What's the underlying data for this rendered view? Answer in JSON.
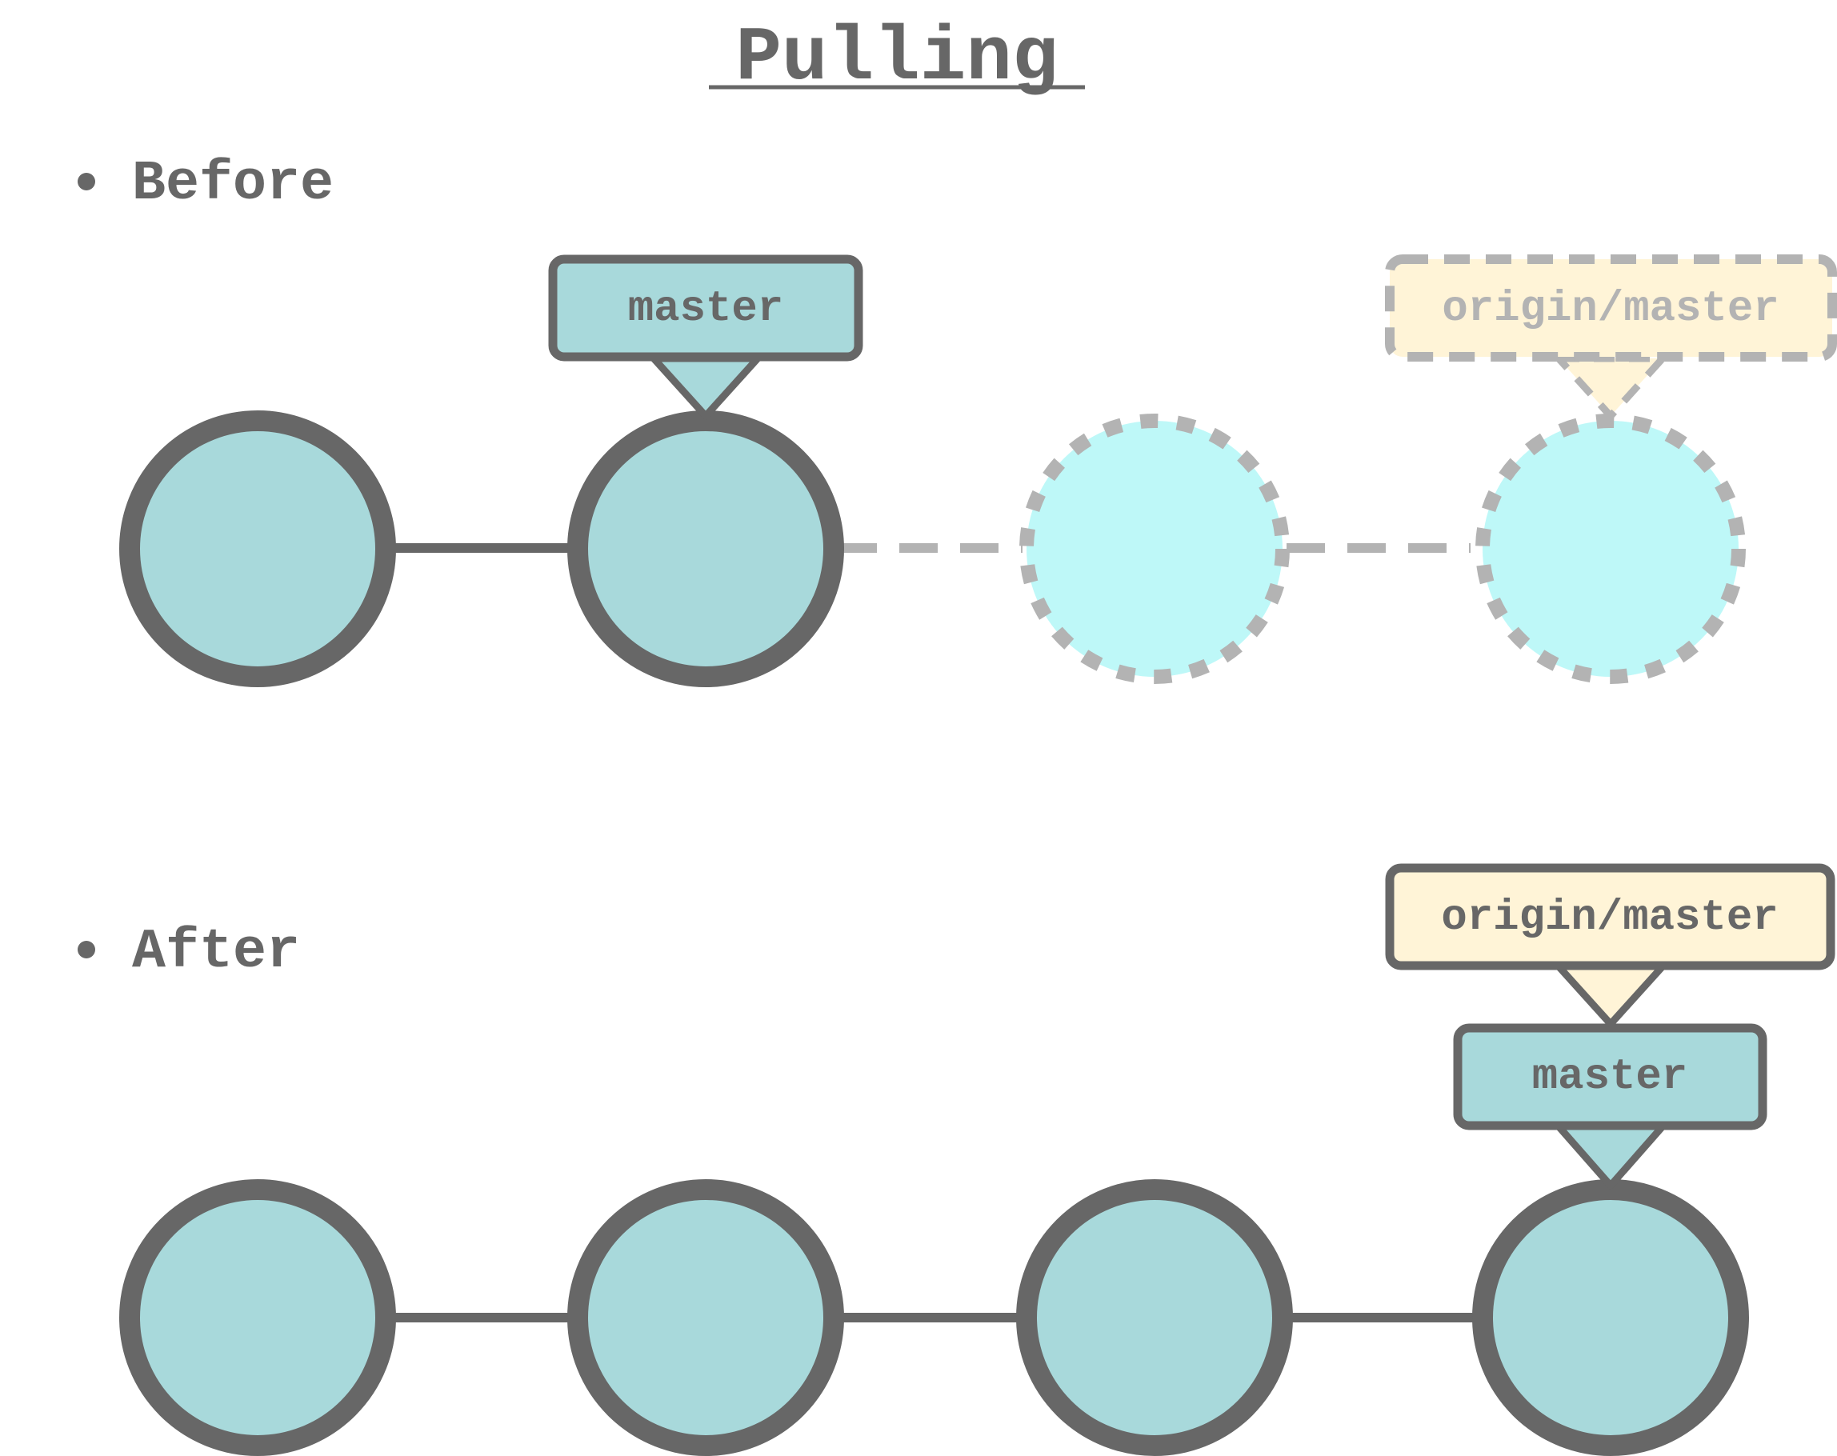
{
  "title": "Pulling",
  "sections": {
    "before": {
      "label": "Before",
      "local_branch_label": "master",
      "remote_branch_label": "origin/master",
      "commits": [
        {
          "state": "local"
        },
        {
          "state": "local"
        },
        {
          "state": "remote-only"
        },
        {
          "state": "remote-only"
        }
      ]
    },
    "after": {
      "label": "After",
      "local_branch_label": "master",
      "remote_branch_label": "origin/master",
      "commits": [
        {
          "state": "local"
        },
        {
          "state": "local"
        },
        {
          "state": "local"
        },
        {
          "state": "local"
        }
      ]
    }
  },
  "colors": {
    "stroke": "#676767",
    "commit_fill": "#a8d9db",
    "pending_fill": "#bef8f8",
    "pending_stroke": "#b3b3b3",
    "remote_label_fill": "#fff4d7",
    "pending_text": "#b3b3b3",
    "text": "#676767"
  }
}
